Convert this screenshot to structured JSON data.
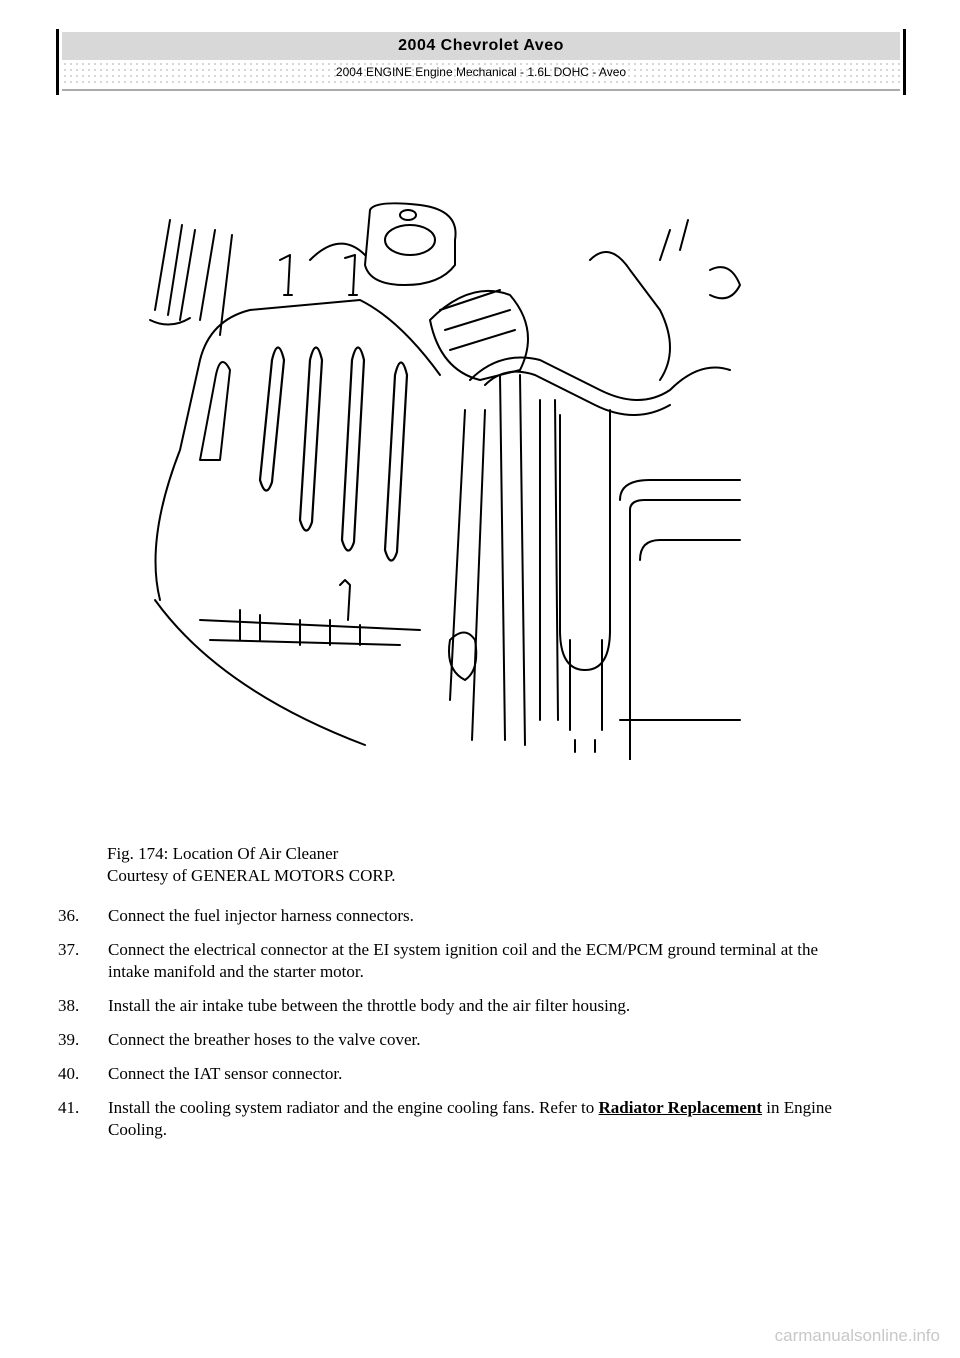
{
  "header": {
    "title": "2004 Chevrolet Aveo",
    "subtitle": "2004 ENGINE Engine Mechanical - 1.6L DOHC - Aveo"
  },
  "figure": {
    "caption_line1": "Fig. 174: Location Of Air Cleaner",
    "caption_line2": "Courtesy of GENERAL MOTORS CORP."
  },
  "steps": [
    {
      "num": "36.",
      "text": "Connect the fuel injector harness connectors."
    },
    {
      "num": "37.",
      "text": "Connect the electrical connector at the EI system ignition coil and the ECM/PCM ground terminal at the intake manifold and the starter motor."
    },
    {
      "num": "38.",
      "text": "Install the air intake tube between the throttle body and the air filter housing."
    },
    {
      "num": "39.",
      "text": "Connect the breather hoses to the valve cover."
    },
    {
      "num": "40.",
      "text": "Connect the IAT sensor connector."
    },
    {
      "num": "41.",
      "text_before": "Install the cooling system radiator and the engine cooling fans. Refer to ",
      "link": "Radiator Replacement",
      "text_after": " in Engine Cooling."
    }
  ],
  "footer": {
    "watermark": "carmanualsonline.info"
  }
}
